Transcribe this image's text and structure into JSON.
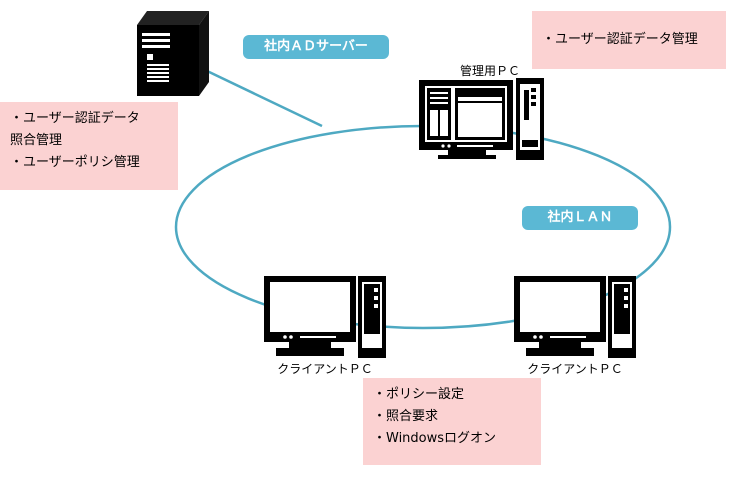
{
  "server": {
    "pill": "社内ＡＤサーバー",
    "notes": [
      "・ユーザー認証データ",
      "照合管理",
      "・ユーザーポリシ管理"
    ]
  },
  "admin_pc": {
    "label": "管理用ＰＣ",
    "notes": [
      "・ユーザー認証データ管理"
    ]
  },
  "lan": {
    "pill": "社内ＬＡＮ"
  },
  "clients": [
    {
      "label": "クライアントＰＣ"
    },
    {
      "label": "クライアントＰＣ"
    }
  ],
  "client_notes": [
    "・ポリシー設定",
    "・照合要求",
    "・Windowsログオン"
  ],
  "colors": {
    "lan_line": "#4ea9c2",
    "pill": "#5bb8d4",
    "note": "#fbd2d2"
  },
  "icons": [
    "server-icon",
    "admin-pc-icon",
    "client-pc-icon"
  ]
}
